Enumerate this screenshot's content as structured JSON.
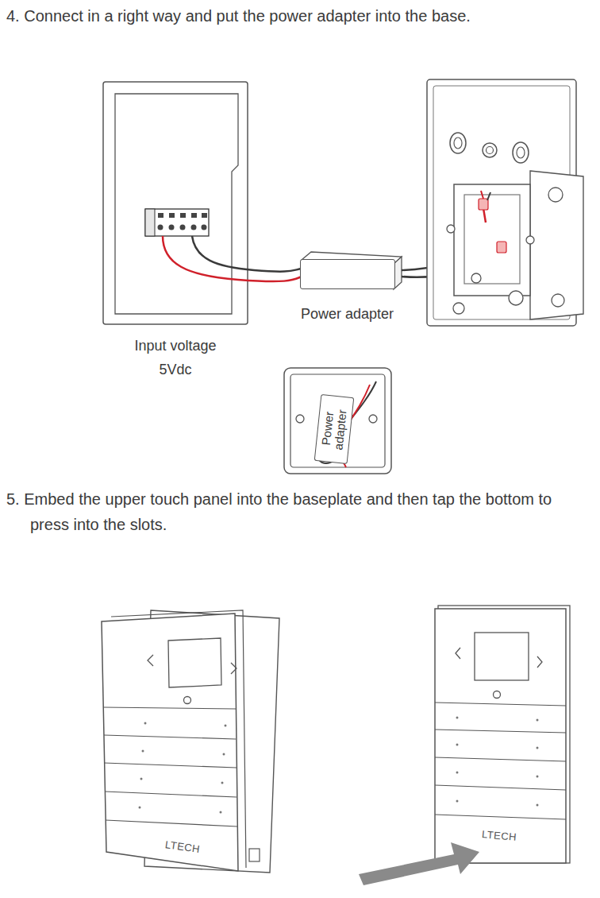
{
  "diagram": {
    "nodes": [
      {
        "text": [
          "Power adapter"
        ]
      },
      {
        "text": [
          "Power adapter"
        ]
      }
    ],
    "labels": [
      "4. Connect in a right way and put the power adapter into the base.",
      "Input voltage 5Vdc",
      "5. Embed the upper touch panel into the baseplate and then tap the bottom to press into the slots.",
      "LTECH",
      "LTECH"
    ]
  }
}
